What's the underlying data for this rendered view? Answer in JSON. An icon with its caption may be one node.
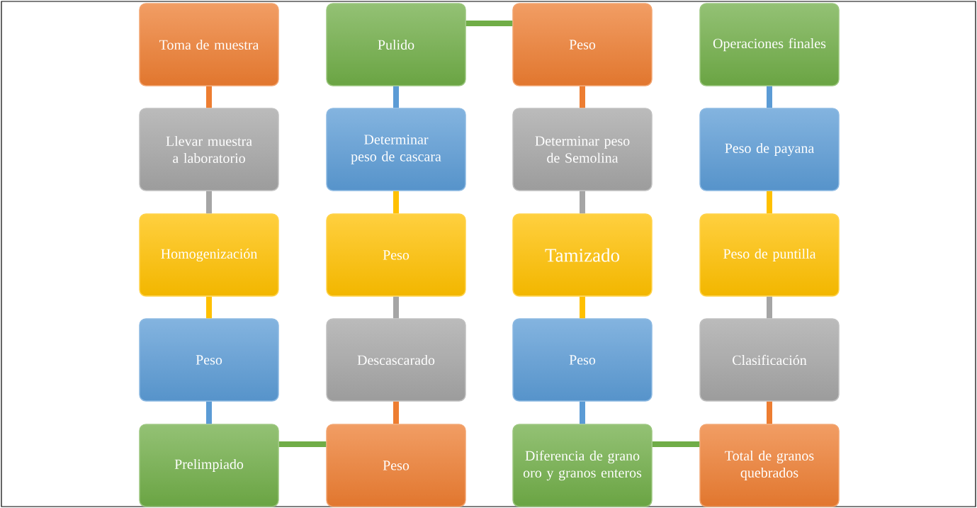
{
  "diagram": {
    "nodes": [
      {
        "text": [
          "Toma de muestra"
        ]
      },
      {
        "text": [
          "Llevar muestra a laboratorio"
        ]
      },
      {
        "text": [
          "Homogenización"
        ]
      },
      {
        "text": [
          "Peso"
        ]
      },
      {
        "text": [
          "Prelimpiado"
        ]
      },
      {
        "text": [
          "Peso"
        ]
      },
      {
        "text": [
          "Descascarado"
        ]
      },
      {
        "text": [
          "Peso"
        ]
      },
      {
        "text": [
          "Determinar peso de cascara"
        ]
      },
      {
        "text": [
          "Pulido"
        ]
      },
      {
        "text": [
          "Peso"
        ]
      },
      {
        "text": [
          "Determinar peso de Semolina"
        ]
      },
      {
        "text": [
          "Tamizado"
        ]
      },
      {
        "text": [
          "Peso"
        ]
      },
      {
        "text": [
          "Diferencia de grano oro y granos enteros"
        ]
      },
      {
        "text": [
          "Total de granos quebrados"
        ]
      },
      {
        "text": [
          "Clasificación"
        ]
      },
      {
        "text": [
          "Peso de puntilla"
        ]
      },
      {
        "text": [
          "Peso de payana"
        ]
      },
      {
        "text": [
          "Operaciones finales"
        ]
      }
    ],
    "edges": [
      {
        "from": 0,
        "to": 1,
        "arrow": "none",
        "color": "#ed7d31"
      },
      {
        "from": 1,
        "to": 2,
        "arrow": "none",
        "color": "#a5a5a5"
      },
      {
        "from": 2,
        "to": 3,
        "arrow": "none",
        "color": "#ffc000"
      },
      {
        "from": 3,
        "to": 4,
        "arrow": "none",
        "color": "#5b9bd5"
      },
      {
        "from": 4,
        "to": 5,
        "arrow": "none",
        "color": "#70ad47"
      },
      {
        "from": 5,
        "to": 6,
        "arrow": "none",
        "color": "#ed7d31"
      },
      {
        "from": 6,
        "to": 7,
        "arrow": "none",
        "color": "#a5a5a5"
      },
      {
        "from": 7,
        "to": 8,
        "arrow": "none",
        "color": "#ffc000"
      },
      {
        "from": 8,
        "to": 9,
        "arrow": "none",
        "color": "#5b9bd5"
      },
      {
        "from": 9,
        "to": 10,
        "arrow": "none",
        "color": "#70ad47"
      },
      {
        "from": 10,
        "to": 11,
        "arrow": "none",
        "color": "#ed7d31"
      },
      {
        "from": 11,
        "to": 12,
        "arrow": "none",
        "color": "#a5a5a5"
      },
      {
        "from": 12,
        "to": 13,
        "arrow": "none",
        "color": "#ffc000"
      },
      {
        "from": 13,
        "to": 14,
        "arrow": "none",
        "color": "#5b9bd5"
      },
      {
        "from": 14,
        "to": 15,
        "arrow": "none",
        "color": "#70ad47"
      },
      {
        "from": 15,
        "to": 16,
        "arrow": "none",
        "color": "#ed7d31"
      },
      {
        "from": 16,
        "to": 17,
        "arrow": "none",
        "color": "#a5a5a5"
      },
      {
        "from": 17,
        "to": 18,
        "arrow": "none",
        "color": "#ffc000"
      },
      {
        "from": 18,
        "to": 19,
        "arrow": "none",
        "color": "#5b9bd5"
      }
    ]
  }
}
